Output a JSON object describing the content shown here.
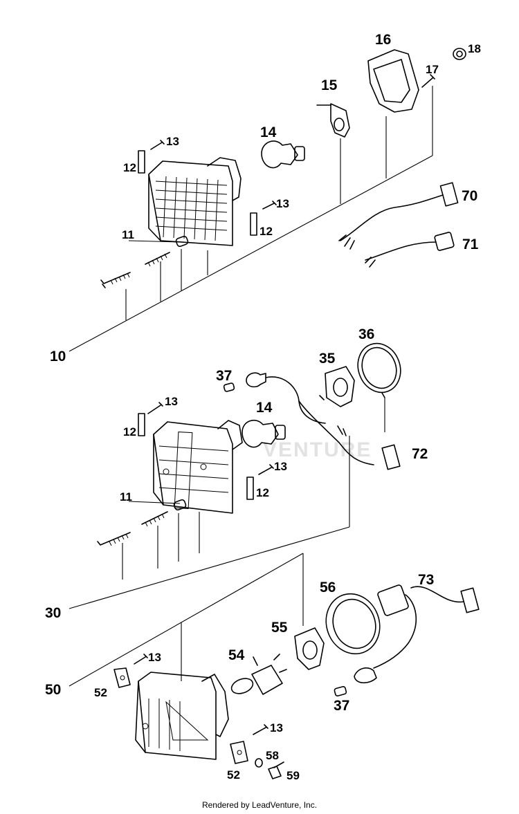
{
  "diagram": {
    "watermark": "VENTURE",
    "footer": "Rendered by LeadVenture, Inc.",
    "labels": {
      "p10": "10",
      "p11a": "11",
      "p12a": "12",
      "p13a": "13",
      "p14a": "14",
      "p15": "15",
      "p16": "16",
      "p17": "17",
      "p18": "18",
      "p12b": "12",
      "p13b": "13",
      "p70": "70",
      "p71": "71",
      "p30": "30",
      "p11b": "11",
      "p12c": "12",
      "p13c": "13",
      "p14b": "14",
      "p37a": "37",
      "p35": "35",
      "p36": "36",
      "p12d": "12",
      "p13d": "13",
      "p72": "72",
      "p50": "50",
      "p13e": "13",
      "p52a": "52",
      "p54": "54",
      "p55": "55",
      "p56": "56",
      "p73": "73",
      "p37b": "37",
      "p13f": "13",
      "p52b": "52",
      "p58": "58",
      "p59": "59"
    }
  }
}
